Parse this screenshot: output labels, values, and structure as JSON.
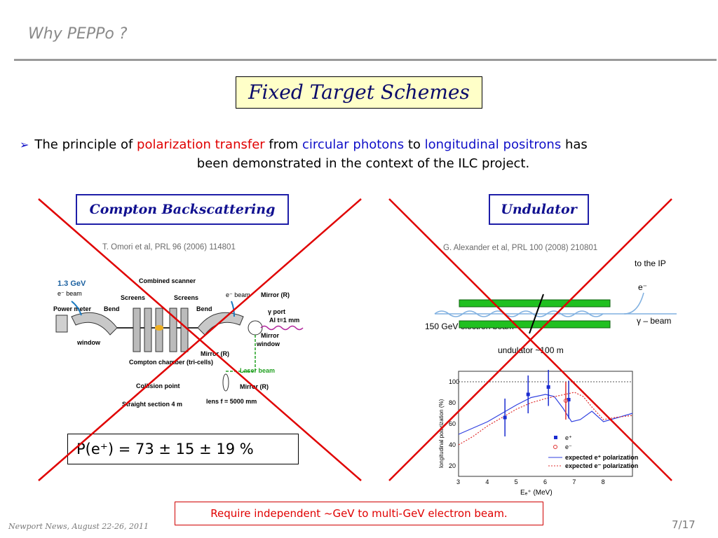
{
  "title": "Why PEPPo ?",
  "heading": "Fixed Target Schemes",
  "bullet": {
    "t1": "The principle of ",
    "t2": "polarization transfer",
    "t3": " from ",
    "t4": "circular photons",
    "t5": " to ",
    "t6": "longitudinal positrons",
    "t7": " has",
    "t8": "been demonstrated in the context of the ILC project."
  },
  "compton": {
    "label": "Compton Backscattering",
    "ref": "T. Omori et al, PRL 96 (2006) 114801",
    "energy": "1.3 GeV",
    "ebeam": "e⁻ beam",
    "power_meter": "Power meter",
    "window": "window",
    "bend": "Bend",
    "screens": "Screens",
    "combined_scanner": "Combined scanner",
    "mirror": "Mirror (R)",
    "gamma_port": "γ port",
    "al": "Al t=1 mm",
    "mirror2": "Mirror",
    "window2": "window",
    "compton_chamber": "Compton chamber (tri-cells)",
    "laser": "Laser beam",
    "collision": "Collision point",
    "straight": "Straight section 4 m",
    "lens": "lens f = 5000 mm",
    "mirror3": "Mirror (R)",
    "mirror4": "Mirror (R)"
  },
  "result": "P(e⁺) = 73 ± 15 ± 19 %",
  "undulator": {
    "label": "Undulator",
    "ref": "G. Alexander et al, PRL 100 (2008) 210801",
    "to_ip": "to the IP",
    "e_minus": "e⁻",
    "beam_energy": "150 GeV electron beam",
    "gamma_beam": "γ – beam",
    "length": "undulator ~100 m"
  },
  "chart_data": {
    "type": "scatter",
    "xlabel": "Eₑ⁺ (MeV)",
    "ylabel": "longitudinal polarization (%)",
    "xlim": [
      3,
      9
    ],
    "ylim": [
      10,
      110
    ],
    "xticks": [
      "3",
      "4",
      "5",
      "6",
      "7",
      "8"
    ],
    "yticks": [
      "20",
      "40",
      "60",
      "80",
      "100"
    ],
    "series": [
      {
        "name": "e⁺",
        "points": [
          [
            4.6,
            66
          ],
          [
            5.4,
            88
          ],
          [
            6.1,
            95
          ],
          [
            6.8,
            83
          ]
        ]
      },
      {
        "name": "e⁻",
        "points": [
          [
            6.7,
            82
          ]
        ]
      }
    ],
    "curves": [
      {
        "name": "expected e⁺ polarization",
        "x": [
          3,
          3.5,
          4,
          4.5,
          5,
          5.5,
          6,
          6.3,
          6.6,
          6.9,
          7.2,
          7.6,
          8,
          8.5,
          9
        ],
        "y": [
          50,
          56,
          62,
          70,
          78,
          85,
          88,
          86,
          75,
          62,
          64,
          72,
          62,
          66,
          70
        ]
      },
      {
        "name": "expected e⁻ polarization",
        "x": [
          3,
          3.5,
          4,
          4.5,
          5,
          5.5,
          6,
          6.5,
          7,
          7.3,
          7.6,
          8,
          8.4,
          9
        ],
        "y": [
          40,
          48,
          58,
          66,
          74,
          80,
          84,
          87,
          90,
          86,
          76,
          64,
          66,
          68
        ]
      }
    ],
    "legend_position": "bottom-right",
    "colors": {
      "positron": "#1a2bd0",
      "electron": "#e03030",
      "expected_pos": "#3040e0",
      "expected_ele": "#e03030"
    }
  },
  "page": "7/17",
  "footer": "Newport News, August 22-26, 2011",
  "require": "Require independent ~GeV to multi-GeV electron beam."
}
